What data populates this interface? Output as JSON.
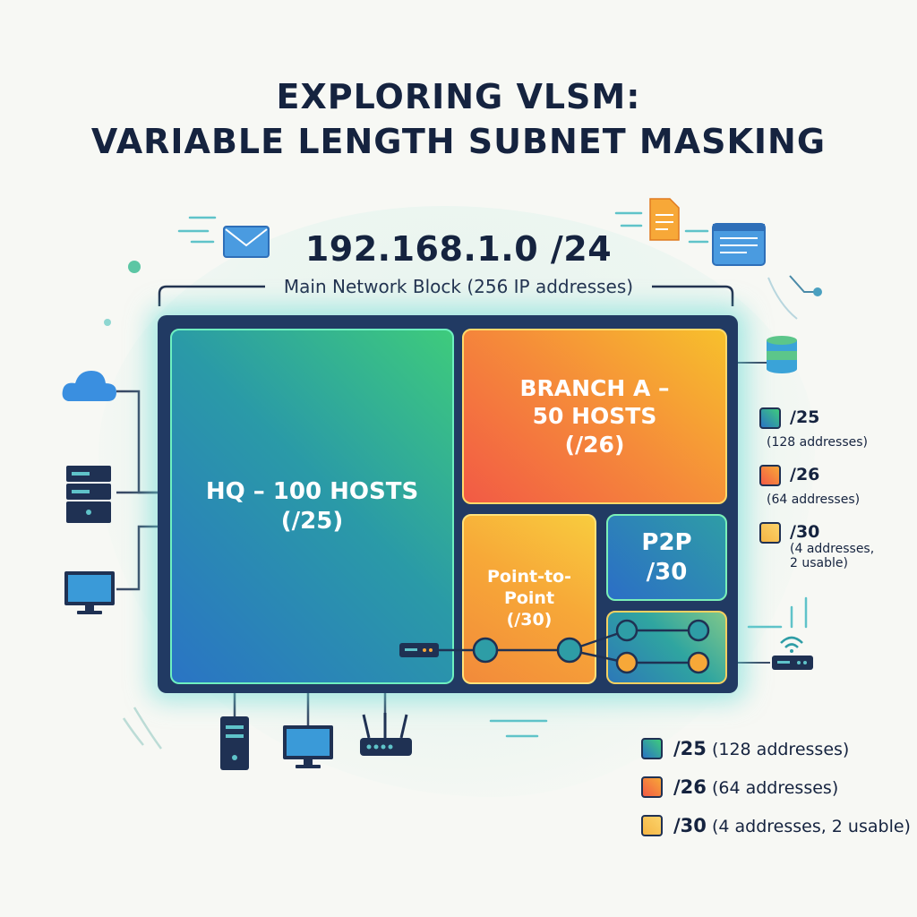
{
  "title": {
    "line1": "EXPLORING VLSM:",
    "line2": "VARIABLE LENGTH SUBNET MASKING"
  },
  "network": {
    "address": "192.168.1.0 /24",
    "description": "Main Network Block (256 IP addresses)"
  },
  "subnets": {
    "hq": "HQ – 100 HOSTS\n(/25)",
    "branch_a": "BRANCH A –\n50 HOSTS\n(/26)",
    "point_to_point": "Point-to-\nPoint\n(/30)",
    "p2p": "P2P\n/30"
  },
  "legend_right": [
    {
      "prefix": "/25",
      "desc": "(128 addresses)",
      "swatch": "teal"
    },
    {
      "prefix": "/26",
      "desc": "(64 addresses)",
      "swatch": "orange"
    },
    {
      "prefix": "/30",
      "desc": "(4 addresses,\n2 usable)",
      "swatch": "yellow"
    }
  ],
  "legend_bottom": [
    {
      "prefix": "/25",
      "desc": "(128 addresses)",
      "swatch": "teal"
    },
    {
      "prefix": "/26",
      "desc": "(64 addresses)",
      "swatch": "orange"
    },
    {
      "prefix": "/30",
      "desc": "(4 addresses, 2 usable)",
      "swatch": "yellow"
    }
  ],
  "icons": [
    "email-icon",
    "document-icon",
    "browser-window-icon",
    "database-icon",
    "cloud-icon",
    "server-icon",
    "monitor-icon",
    "router-icon",
    "switch-icon",
    "wifi-icon"
  ],
  "colors": {
    "navy": "#15233f",
    "frame": "#213a63",
    "teal": "#2e9da6",
    "orange": "#f58a3a",
    "yellow": "#f7c02c",
    "glow": "#6ee0d7"
  }
}
